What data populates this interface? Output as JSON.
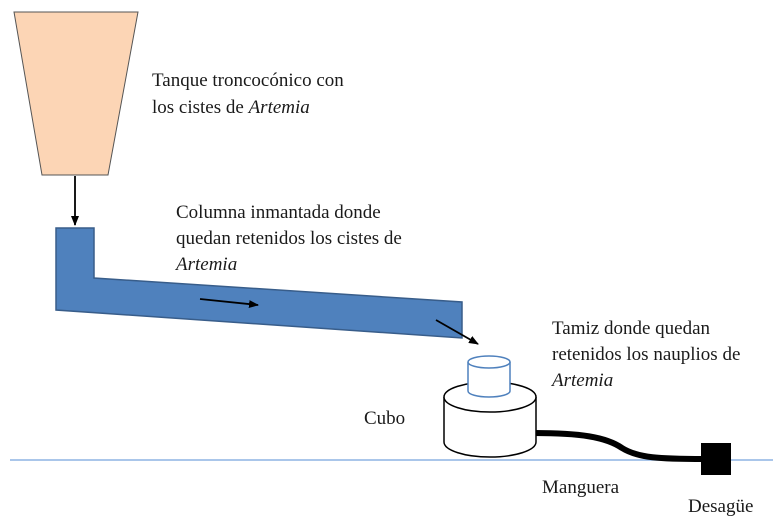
{
  "labels": {
    "tank": {
      "line1": "Tanque troncocónico con",
      "line2_prefix": "los cistes de ",
      "line2_italic": "Artemia"
    },
    "column": {
      "line1": "Columna inmantada donde",
      "line2": "quedan retenidos los cistes de",
      "line3_italic": "Artemia"
    },
    "sieve": {
      "line1": "Tamiz donde quedan",
      "line2": "retenidos los nauplios de",
      "line3_italic": "Artemia"
    },
    "bucket": "Cubo",
    "hose": "Manguera",
    "drain": "Desagüe"
  },
  "colors": {
    "tank_fill": "#fcd5b5",
    "column_fill": "#4f81bd",
    "column_stroke": "#385d8a",
    "sieve_stroke": "#4f81bd",
    "floor_line": "#8eb4e3",
    "hose": "#000000"
  }
}
